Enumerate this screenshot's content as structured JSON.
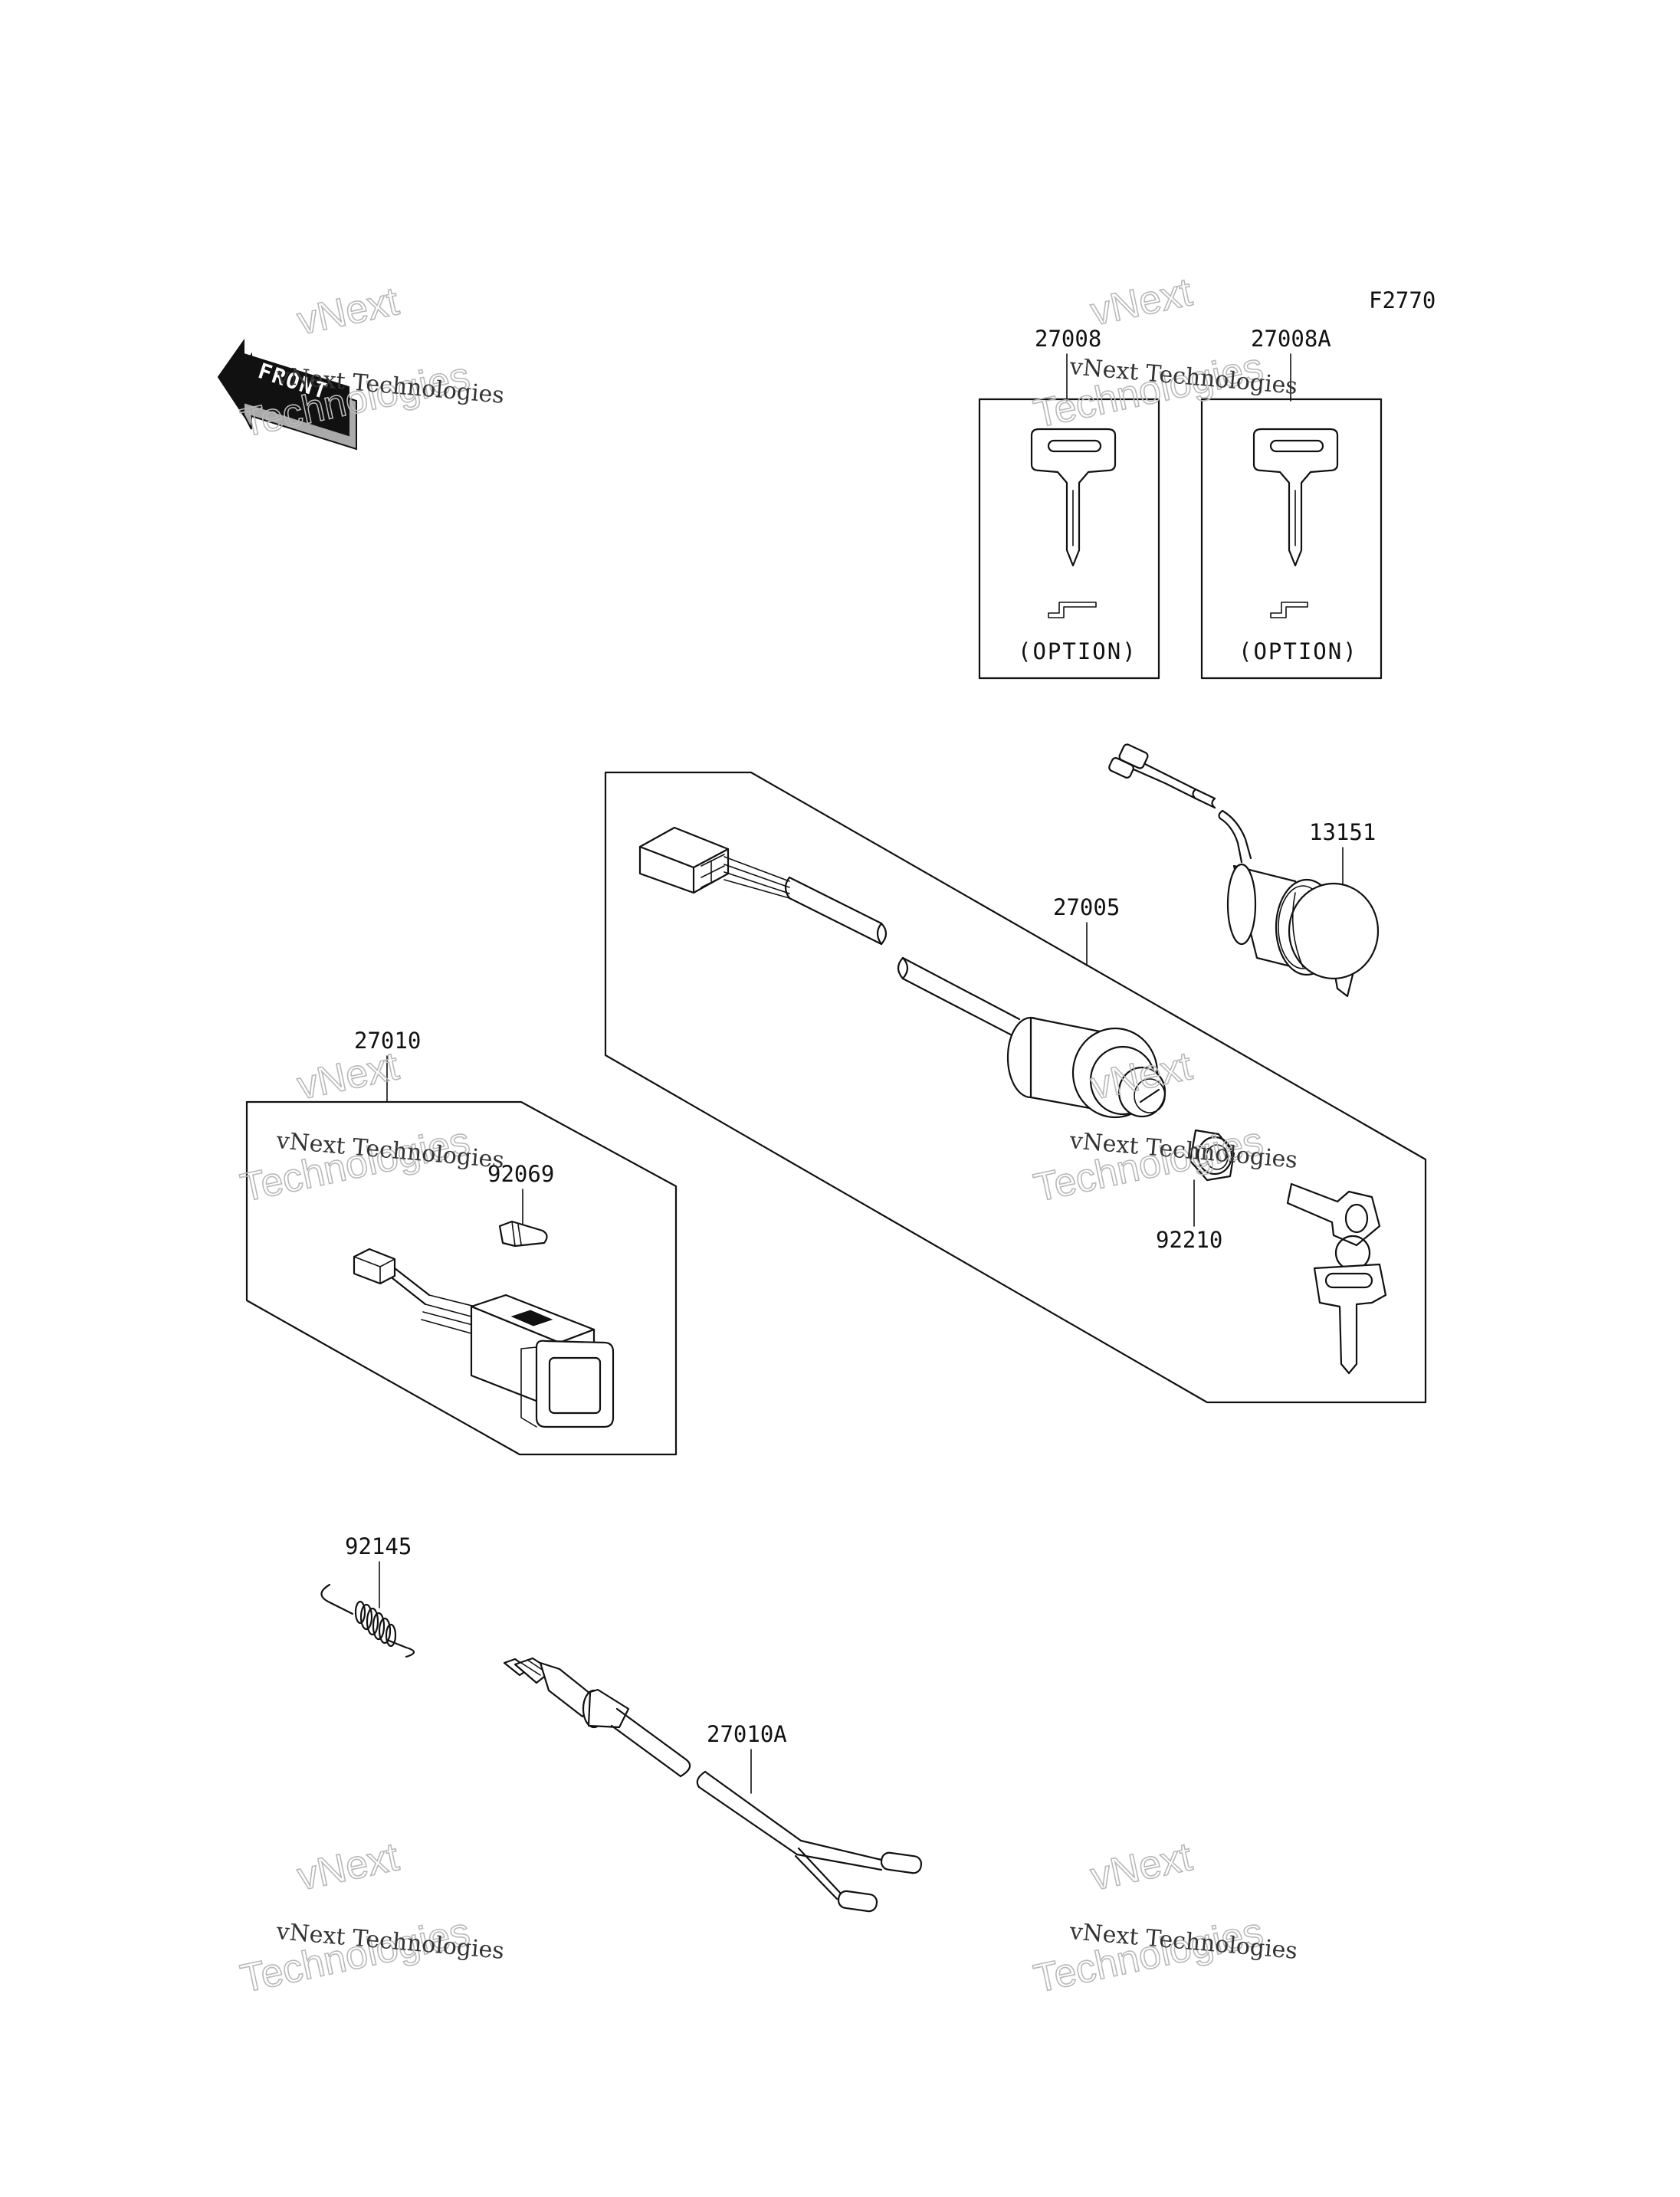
{
  "figure_code": "F2770",
  "front_label": "FRONT",
  "option_label": "(OPTION)",
  "watermark": {
    "small": "vNext Technologies",
    "big_line1": "vNext",
    "big_line2": "Technologies"
  },
  "parts": [
    {
      "id": "key_blank",
      "number": "27008"
    },
    {
      "id": "key_blank_a",
      "number": "27008A"
    },
    {
      "id": "socket",
      "number": "13151"
    },
    {
      "id": "ignition_switch",
      "number": "27005"
    },
    {
      "id": "switch_assy",
      "number": "27010"
    },
    {
      "id": "bulb",
      "number": "92069"
    },
    {
      "id": "nut",
      "number": "92210"
    },
    {
      "id": "spring",
      "number": "92145"
    },
    {
      "id": "stop_switch",
      "number": "27010A"
    }
  ]
}
